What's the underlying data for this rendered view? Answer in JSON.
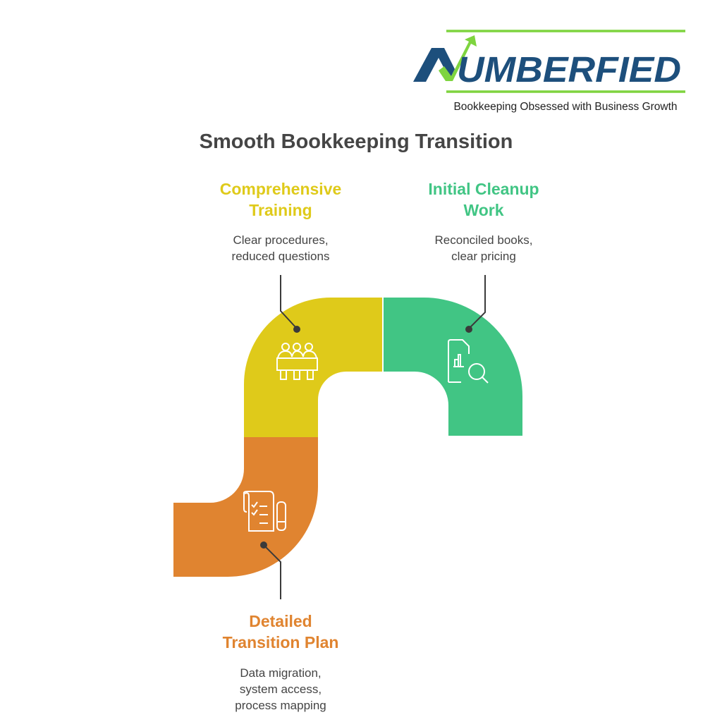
{
  "logo": {
    "wordmark": "NUMBERFIED",
    "tagline": "Bookkeeping Obsessed with Business Growth",
    "colors": {
      "navy": "#1d4f7c",
      "green": "#7ed43f"
    }
  },
  "title": "Smooth Bookkeeping Transition",
  "steps": [
    {
      "heading_lines": [
        "Comprehensive",
        "Training"
      ],
      "description_lines": [
        "Clear procedures,",
        "reduced questions"
      ],
      "color": "#dfca1a",
      "icon": "training-group-icon"
    },
    {
      "heading_lines": [
        "Initial Cleanup",
        "Work"
      ],
      "description_lines": [
        "Reconciled books,",
        "clear pricing"
      ],
      "color": "#41c584",
      "icon": "document-search-icon"
    },
    {
      "heading_lines": [
        "Detailed",
        "Transition Plan"
      ],
      "description_lines": [
        "Data migration,",
        "system access,",
        "process mapping"
      ],
      "color": "#e08430",
      "icon": "checklist-pen-icon"
    }
  ]
}
